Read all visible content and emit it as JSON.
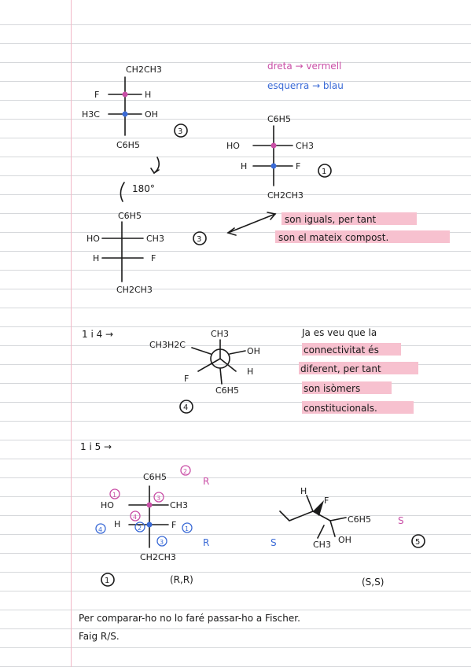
{
  "legend": {
    "right_rule": "dreta → vermell",
    "left_rule": "esquerra → blau"
  },
  "fischer1": {
    "top": "CH2CH3",
    "row1_left": "F",
    "row1_right": "H",
    "row2_left": "H3C",
    "row2_right": "OH",
    "bottom": "C6H5",
    "label": "3"
  },
  "rotation": {
    "angle": "180°"
  },
  "fischer_rot": {
    "top": "C6H5",
    "row1_left": "HO",
    "row1_right": "CH3",
    "row2_left": "H",
    "row2_right": "F",
    "bottom": "CH2CH3",
    "label": "3"
  },
  "fischer_ref": {
    "top": "C6H5",
    "row1_left": "HO",
    "row1_right": "CH3",
    "row2_left": "H",
    "row2_right": "F",
    "bottom": "CH2CH3",
    "label": "1"
  },
  "note1": {
    "line1": "son iguals, per tant",
    "line2": "son el mateix compost."
  },
  "compare_1_4": {
    "prefix": "1 i 4 →",
    "newman_top": "CH3",
    "newman_left": "CH3H2C",
    "newman_right": "OH",
    "newman_right_low": "H",
    "newman_left_low": "F",
    "newman_bottom": "C6H5",
    "label": "4",
    "note_line1": "Ja es veu que la",
    "note_line2": "connectivitat és",
    "note_line3": "diferent, per tant",
    "note_line4": "son isòmers",
    "note_line5": "constitucionals."
  },
  "compare_1_5": {
    "prefix": "1 i 5 →",
    "f_top": "C6H5",
    "f_row1_left": "HO",
    "f_row1_right": "CH3",
    "f_row2_left": "H",
    "f_row2_right": "F",
    "f_bottom": "CH2CH3",
    "f_desc_top": "R",
    "f_desc_bottom": "R",
    "f_label": "1",
    "f_config": "(R,R)",
    "w_h": "H",
    "w_f": "F",
    "w_right": "C6H5",
    "w_oh": "OH",
    "w_ch3": "CH3",
    "w_desc_right": "S",
    "w_desc_left": "S",
    "w_label": "5",
    "w_config": "(S,S)",
    "p1": "1",
    "p2": "2",
    "p3": "3",
    "p4": "4"
  },
  "footer": {
    "line1": "Per comparar-ho no lo faré passar-ho a Fischer.",
    "line2": "Faig R/S."
  },
  "colors": {
    "pink": "#c94ea6",
    "blue": "#3a6ad6",
    "highlight": "#f7c1cf",
    "margin": "#f2b8c6"
  }
}
